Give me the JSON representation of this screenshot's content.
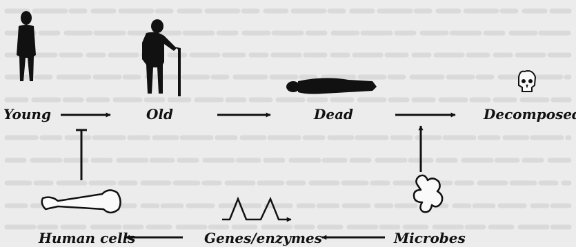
{
  "diagram": {
    "labels": {
      "young": "Young",
      "old": "Old",
      "dead": "Dead",
      "decomposed": "Decomposed",
      "human_cells": "Human cells",
      "genes_enzymes": "Genes/enzymes",
      "microbes": "Microbes"
    },
    "ink_color": "#111111",
    "background_color": "#ececec",
    "icons": [
      "standing-person-icon",
      "elderly-person-with-cane-icon",
      "lying-body-icon",
      "skull-icon",
      "bone-icon",
      "peaks-graph-icon",
      "microbe-blob-icon"
    ]
  }
}
